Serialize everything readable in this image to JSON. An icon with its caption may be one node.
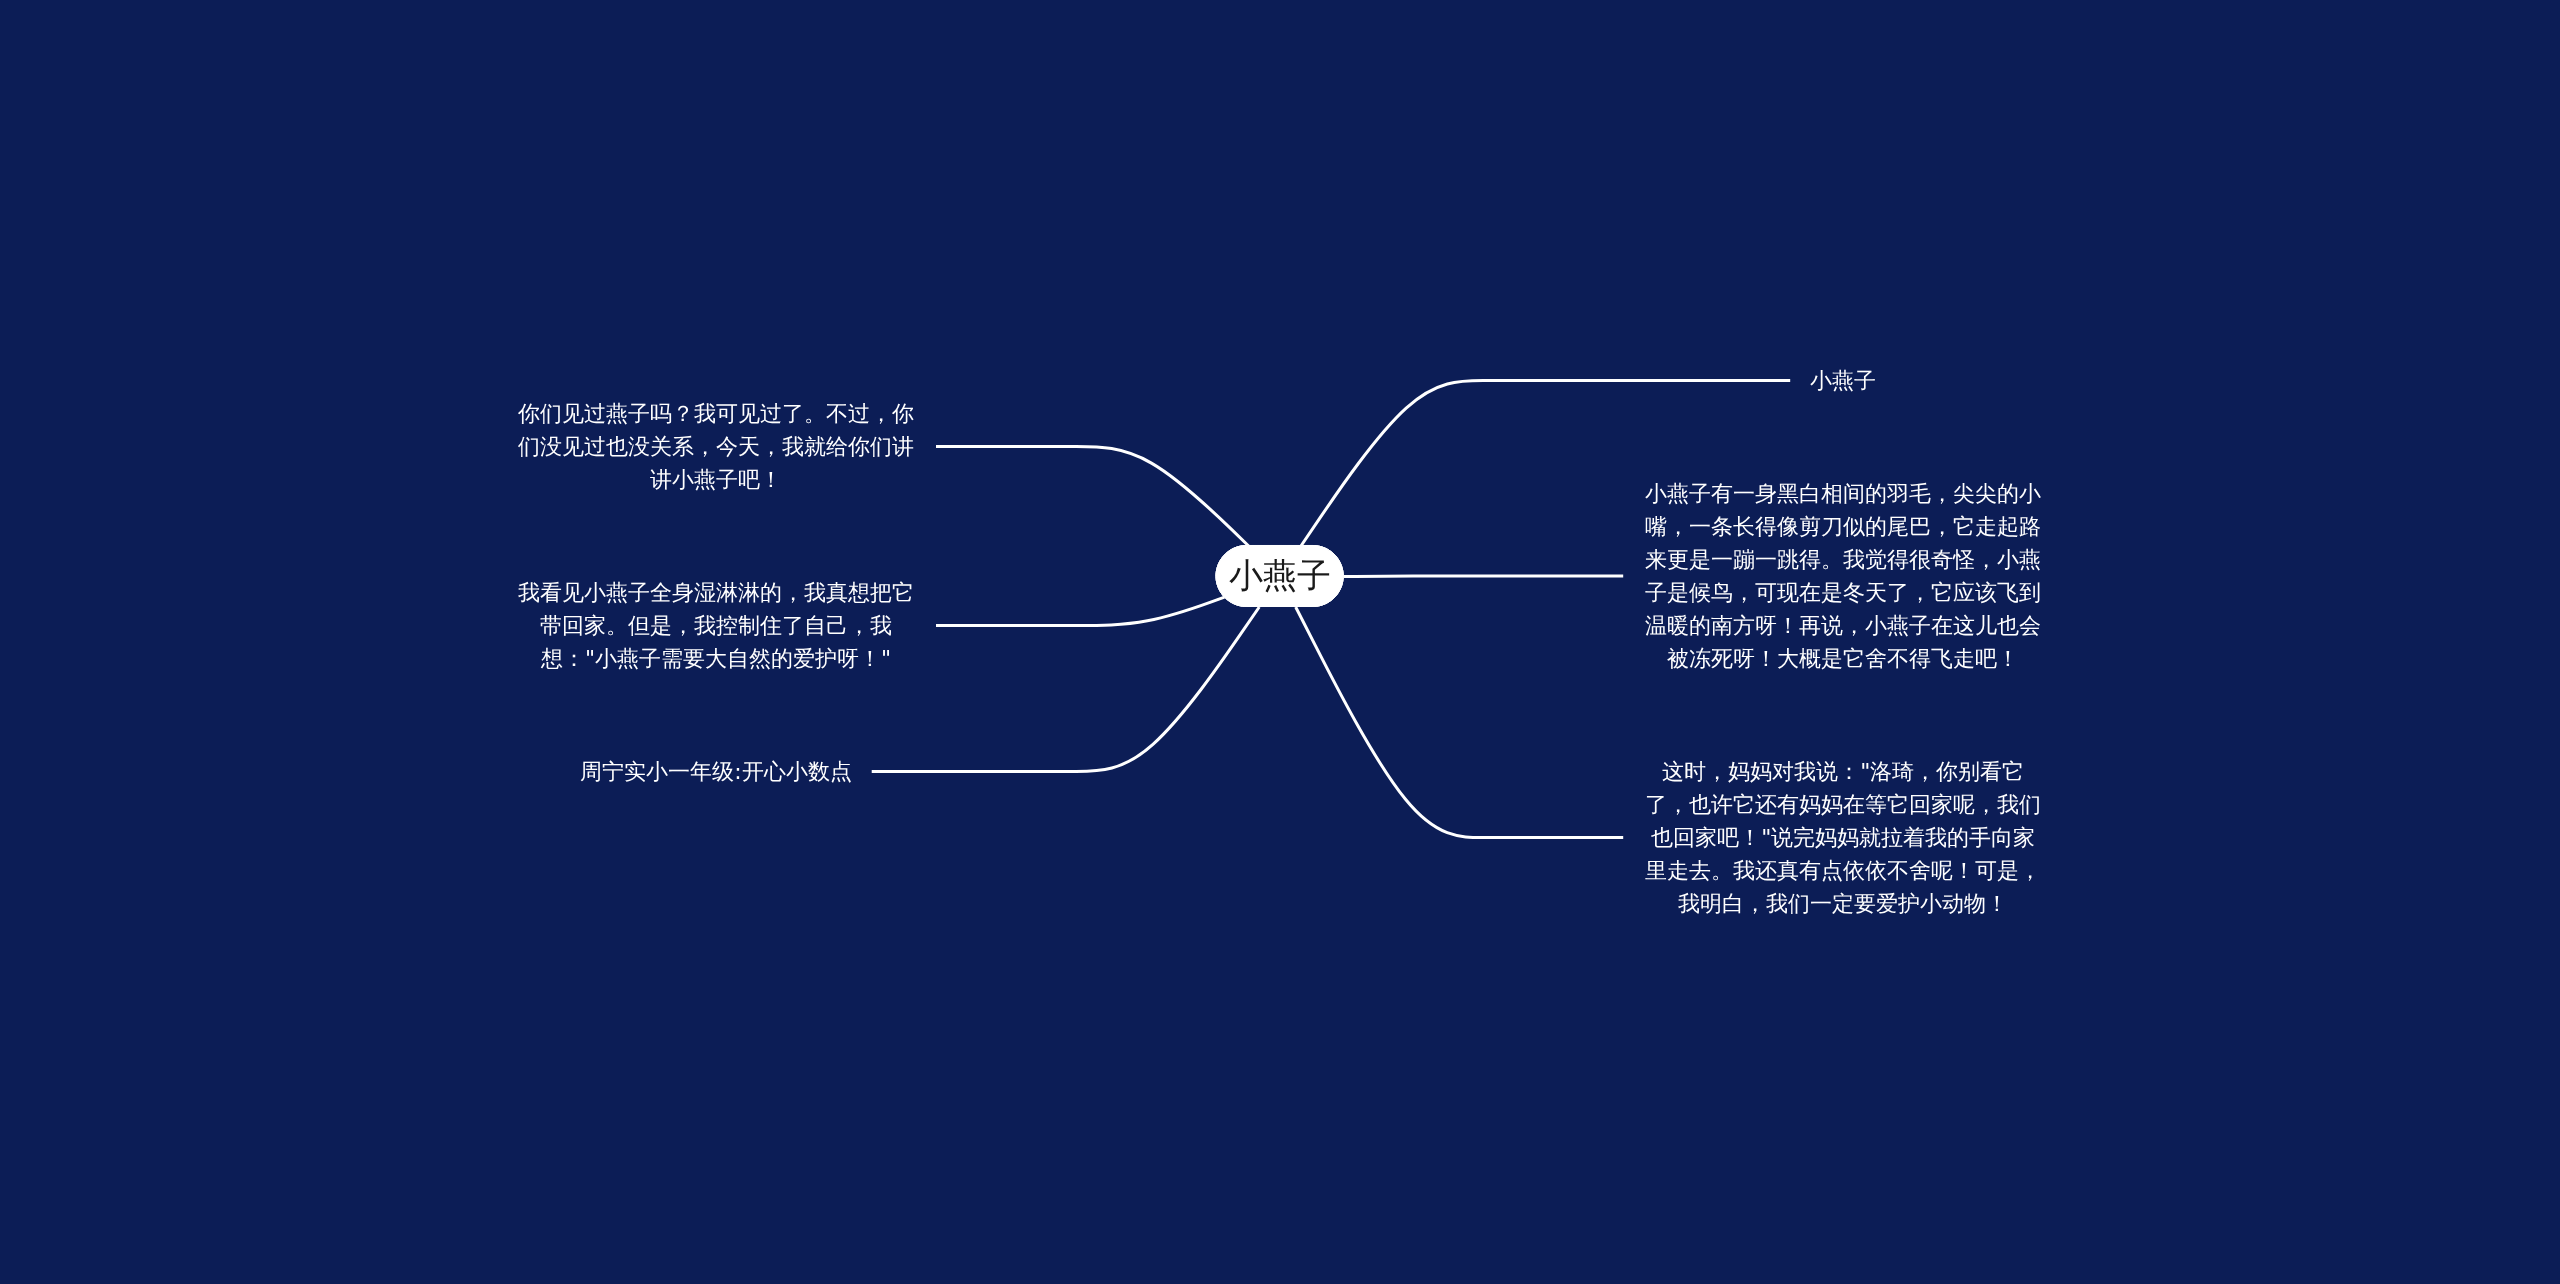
{
  "diagram": {
    "nodes": [
      {
        "text": [
          "小燕子"
        ]
      },
      {
        "text": [
          "小燕子"
        ]
      },
      {
        "text": [
          "小燕子有一身黑白相间的羽毛，尖尖的小嘴，一条长得像剪刀似的尾巴，它走起路来更是一蹦一跳得。我觉得很奇怪，小燕子是候鸟，可现在是冬天了，它应该飞到温暖的南方呀！再说，小燕子在这儿也会被冻死呀！大概是它舍不得飞走吧！"
        ]
      },
      {
        "text": [
          "这时，妈妈对我说：\"洛琦，你别看它了，也许它还有妈妈在等它回家呢，我们也回家吧！\"说完妈妈就拉着我的手向家里走去。我还真有点依依不舍呢！可是，我明白，我们一定要爱护小动物！"
        ]
      },
      {
        "text": [
          "你们见过燕子吗？我可见过了。不过，你们没见过也没关系，今天，我就给你们讲讲小燕子吧！"
        ]
      },
      {
        "text": [
          "我看见小燕子全身湿淋淋的，我真想把它带回家。但是，我控制住了自己，我想：\"小燕子需要大自然的爱护呀！\""
        ]
      },
      {
        "text": [
          "周宁实小一年级:开心小数点"
        ]
      }
    ],
    "edges": [
      {
        "from": 0,
        "to": 1,
        "arrow": "none"
      },
      {
        "from": 0,
        "to": 2,
        "arrow": "none"
      },
      {
        "from": 0,
        "to": 3,
        "arrow": "none"
      },
      {
        "from": 4,
        "to": 0,
        "arrow": "none"
      },
      {
        "from": 5,
        "to": 0,
        "arrow": "none"
      },
      {
        "from": 6,
        "to": 0,
        "arrow": "none"
      }
    ]
  }
}
